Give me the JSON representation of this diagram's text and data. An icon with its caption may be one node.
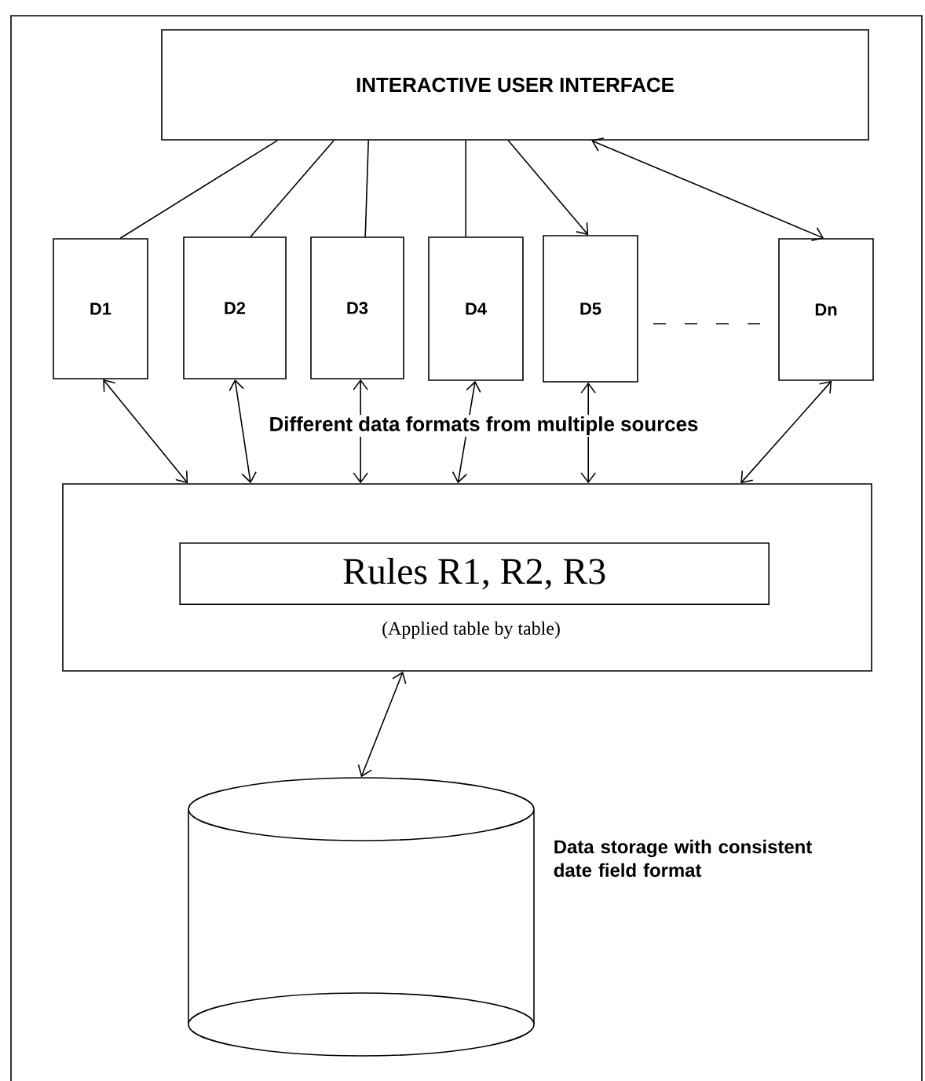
{
  "diagram": {
    "nodes": [
      {
        "text": [
          "INTERACTIVE USER INTERFACE"
        ]
      },
      {
        "text": [
          "D1"
        ]
      },
      {
        "text": [
          "D2"
        ]
      },
      {
        "text": [
          "D3"
        ]
      },
      {
        "text": [
          "D4"
        ]
      },
      {
        "text": [
          "D5"
        ]
      },
      {
        "text": [
          "Dn"
        ]
      },
      {
        "text": [
          "(Applied table by table)"
        ]
      },
      {
        "text": [
          "Rules R1, R2, R3"
        ],
        "in": 7
      },
      {
        "text": [],
        "shape": "cylinder",
        "beside": [
          "Data storage with consistent date field format"
        ]
      }
    ],
    "edges": [
      {
        "from": 0,
        "to": 1,
        "arrow": "none"
      },
      {
        "from": 0,
        "to": 2,
        "arrow": "none"
      },
      {
        "from": 0,
        "to": 3,
        "arrow": "none"
      },
      {
        "from": 0,
        "to": 4,
        "arrow": "none"
      },
      {
        "from": 0,
        "to": 5,
        "arrow": "to"
      },
      {
        "from": 0,
        "to": 6,
        "arrow": "both"
      },
      {
        "from": 1,
        "to": 7,
        "arrow": "both"
      },
      {
        "from": 2,
        "to": 7,
        "arrow": "both"
      },
      {
        "from": 3,
        "to": 7,
        "arrow": "both"
      },
      {
        "from": 4,
        "to": 7,
        "arrow": "both"
      },
      {
        "from": 5,
        "to": 7,
        "arrow": "both"
      },
      {
        "from": 6,
        "to": 7,
        "arrow": "both"
      },
      {
        "from": 7,
        "to": 9,
        "arrow": "both"
      }
    ],
    "labels": [
      "Different data formats from multiple sources"
    ]
  }
}
